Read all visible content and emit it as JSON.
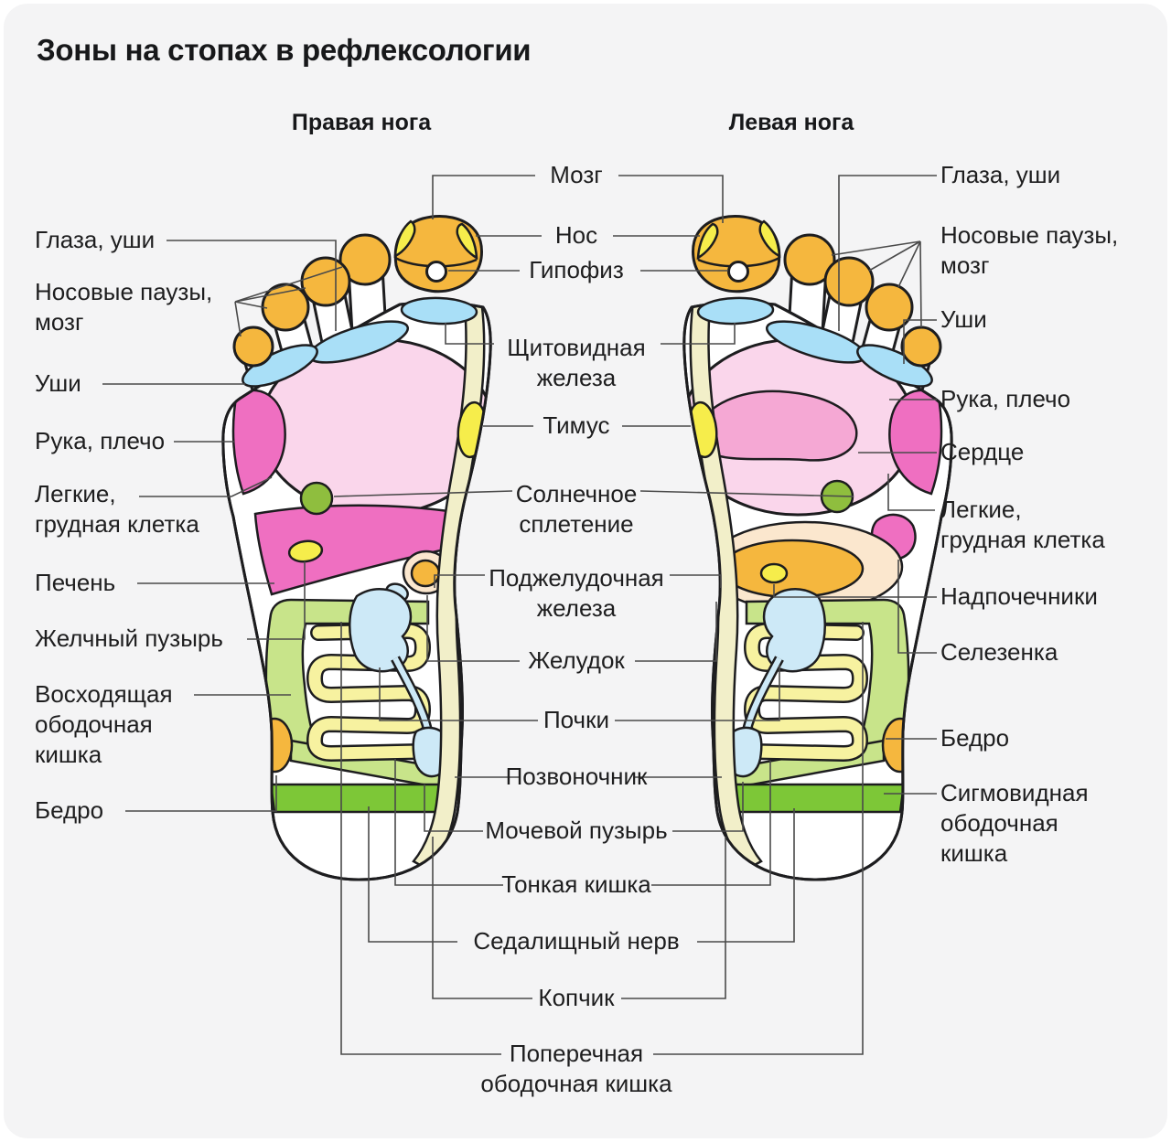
{
  "title": "Зоны на стопах в рефлексологии",
  "legend": {
    "right_foot": "Правая нога",
    "left_foot": "Левая нога"
  },
  "labels": {
    "left": [
      "Глаза, уши",
      "Носовые паузы,\nмозг",
      "Уши",
      "Рука, плечо",
      "Легкие,\nгрудная клетка",
      "Печень",
      "Желчный пузырь",
      "Восходящая\nободочная\nкишка",
      "Бедро"
    ],
    "center": [
      "Мозг",
      "Нос",
      "Гипофиз",
      "Щитовидная\nжелеза",
      "Тимус",
      "Солнечное\nсплетение",
      "Поджелудочная\nжелеза",
      "Желудок",
      "Почки",
      "Позвоночник",
      "Мочевой пузырь",
      "Тонкая кишка",
      "Седалищный нерв",
      "Копчик",
      "Поперечная\nободочная кишка"
    ],
    "right": [
      "Глаза, уши",
      "Носовые паузы,\nмозг",
      "Уши",
      "Рука, плечо",
      "Сердце",
      "Легкие,\nгрудная клетка",
      "Надпочечники",
      "Селезенка",
      "Бедро",
      "Сигмовидная\nободочная\nкишка"
    ]
  },
  "colors": {
    "background": "#F4F4F5",
    "outline": "#1d1d1f",
    "connector": "#4a4a4a",
    "zone_orange": "#F5B73E",
    "zone_yellow": "#F6ED4B",
    "zone_blue_pad": "#A9DFF7",
    "zone_pink_light": "#FAD6EB",
    "zone_pink_mid": "#F5A8D4",
    "zone_magenta": "#EF6FC1",
    "zone_green_dot": "#8FBE3E",
    "zone_green_light": "#C8E48A",
    "zone_green_bright": "#7DC737",
    "zone_cream_spine": "#F2EFC9",
    "zone_pale_blue": "#CDE9F7",
    "zone_peach": "#FBE7CE",
    "zone_intestine": "#F7F2A0"
  }
}
